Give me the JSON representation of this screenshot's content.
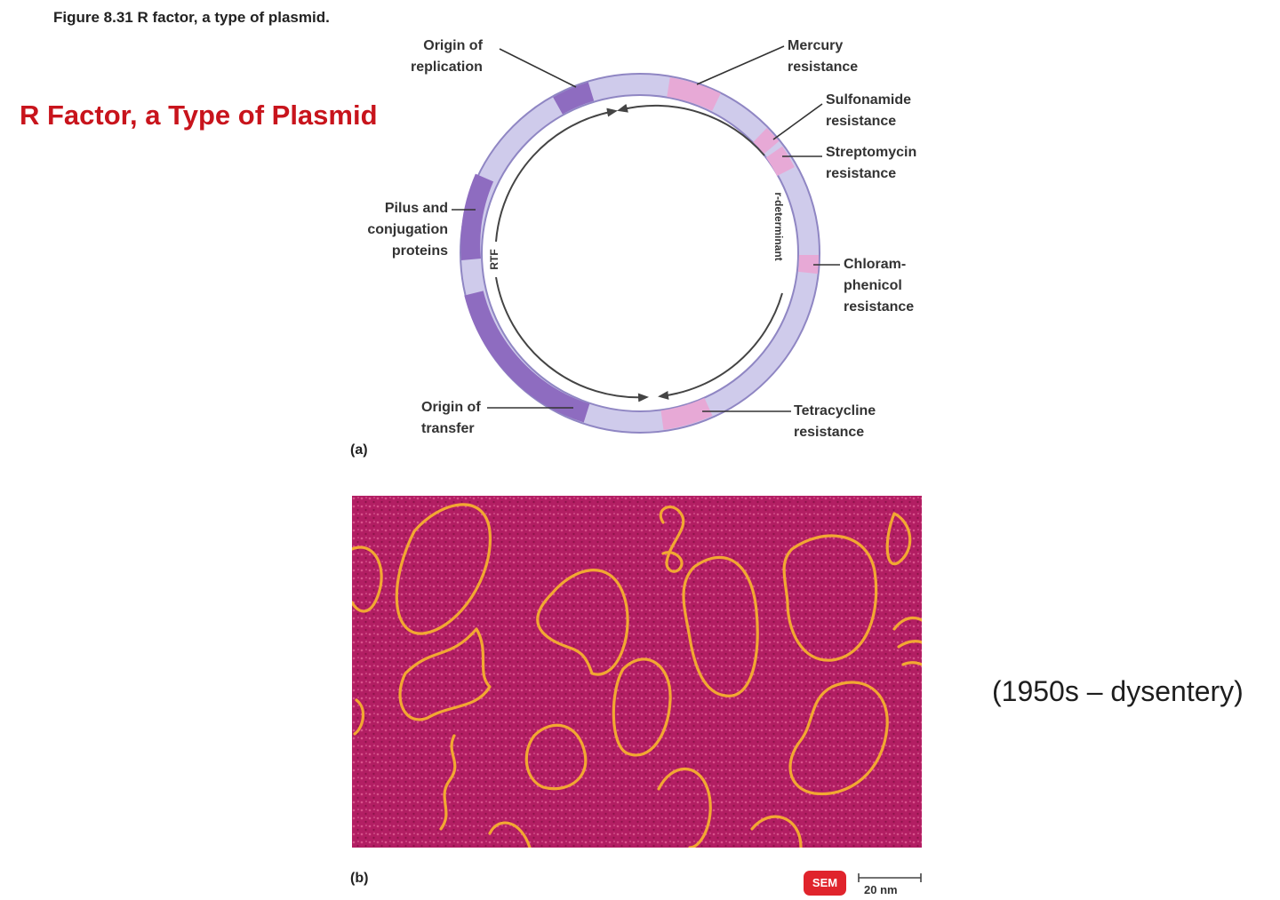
{
  "caption": "Figure 8.31  R factor, a type of plasmid.",
  "title": "R Factor, a Type of Plasmid",
  "side_note": "(1950s – dysentery)",
  "diagram": {
    "labels": {
      "origin_replication": "Origin of\nreplication",
      "mercury": "Mercury\nresistance",
      "sulfonamide": "Sulfonamide\nresistance",
      "streptomycin": "Streptomycin\nresistance",
      "pilus": "Pilus and\nconjugation\nproteins",
      "chloramphenicol": "Chloram-\nphenicol\nresistance",
      "origin_transfer": "Origin of\ntransfer",
      "tetracycline": "Tetracycline\nresistance"
    },
    "arc_labels": {
      "rtf": "RTF",
      "r_determinant": "r-determinant"
    },
    "panel_a": "(a)",
    "panel_b": "(b)"
  },
  "micrograph": {
    "badge": "SEM",
    "scale": "20 nm"
  },
  "colors": {
    "ring": "#cfcbeb",
    "ring_dark": "#8e6cc0",
    "ring_pink": "#e7a9d6",
    "title": "#c8141c",
    "micro_bg": "#b21e63",
    "dna": "#f2a832"
  }
}
